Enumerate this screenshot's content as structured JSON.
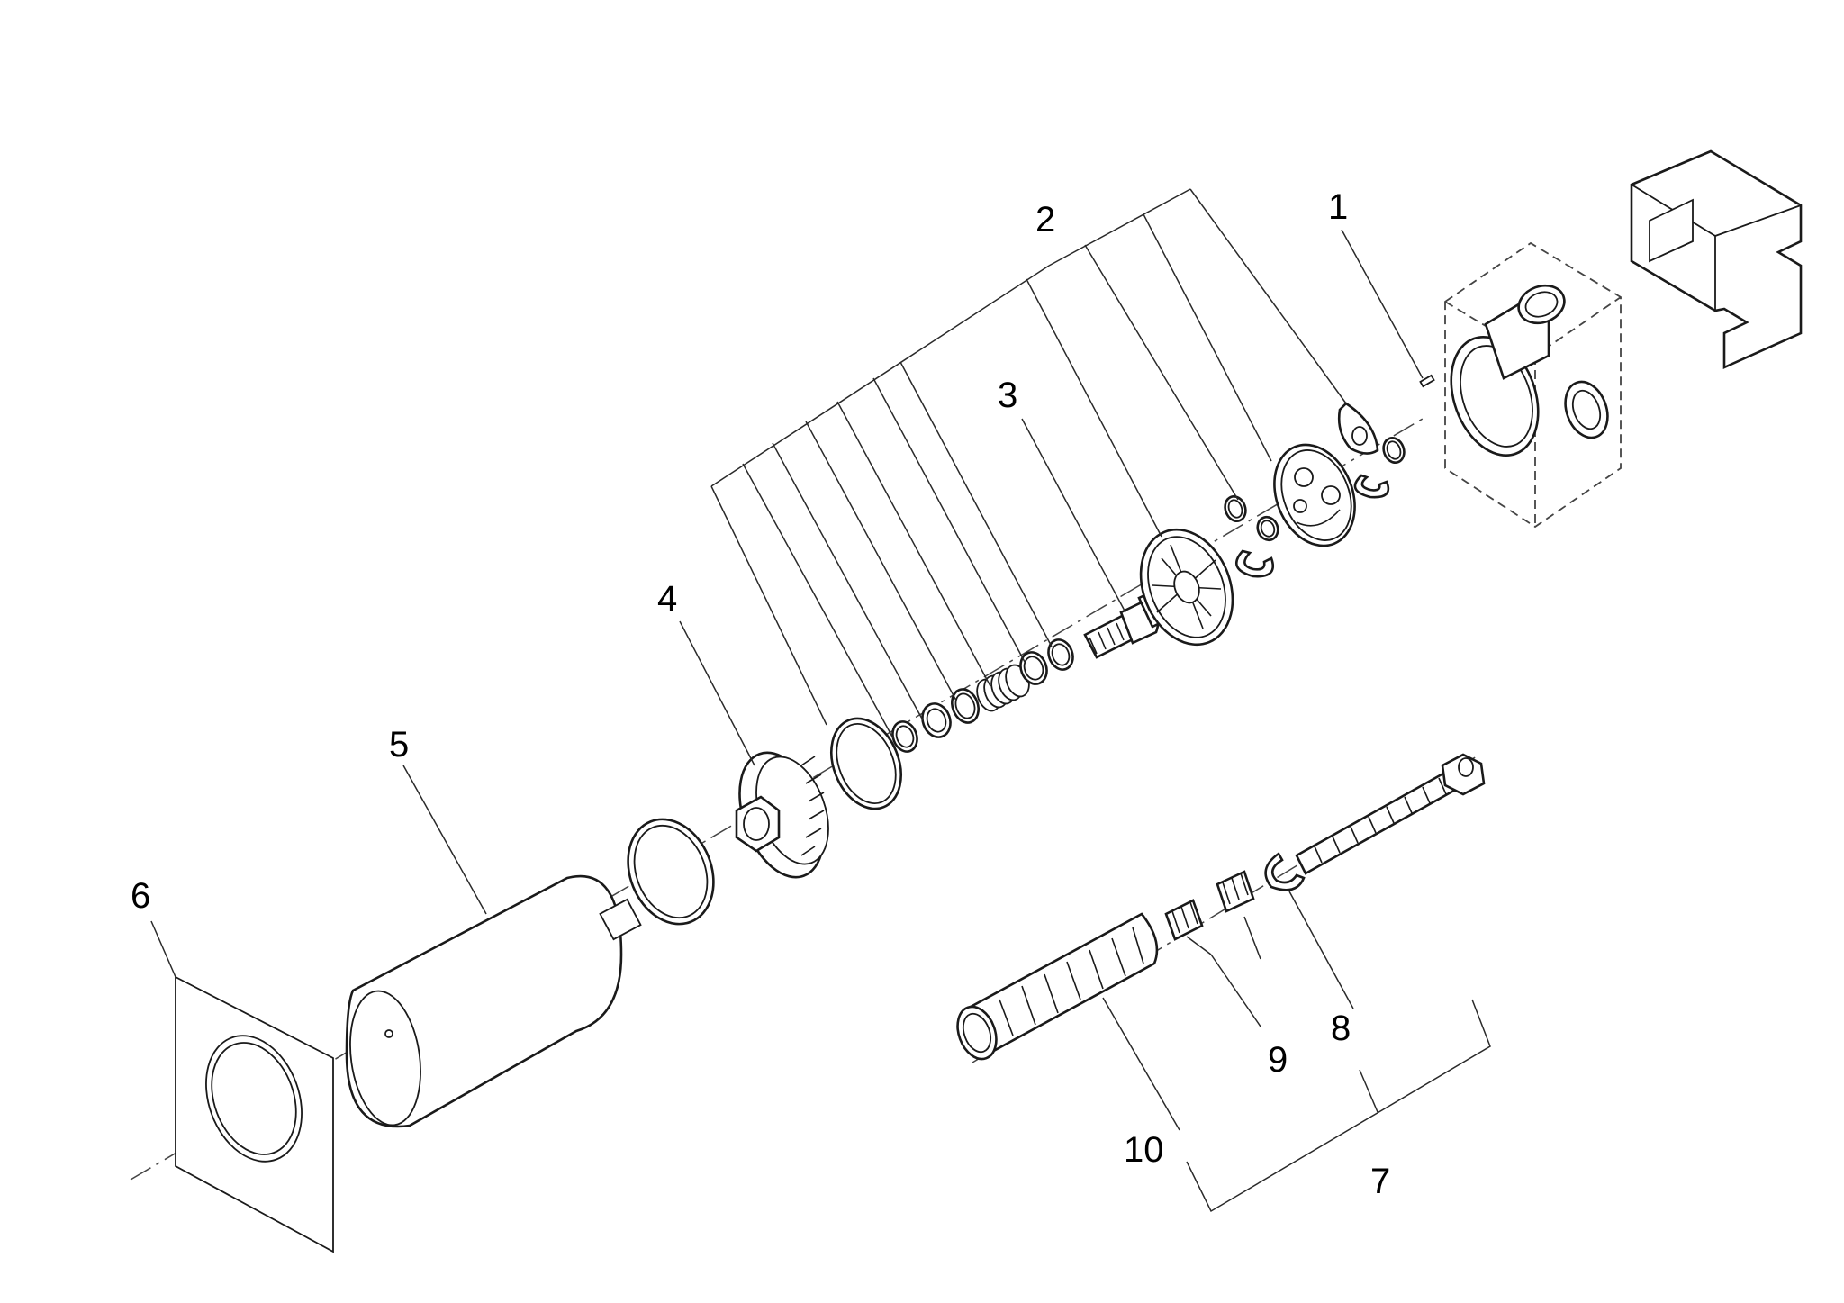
{
  "diagram": {
    "type": "exploded-parts-drawing",
    "callouts": [
      "1",
      "2",
      "3",
      "4",
      "5",
      "6",
      "7",
      "8",
      "9",
      "10"
    ],
    "colors": {
      "line": "#1a1a1a",
      "background": "#ffffff"
    }
  }
}
